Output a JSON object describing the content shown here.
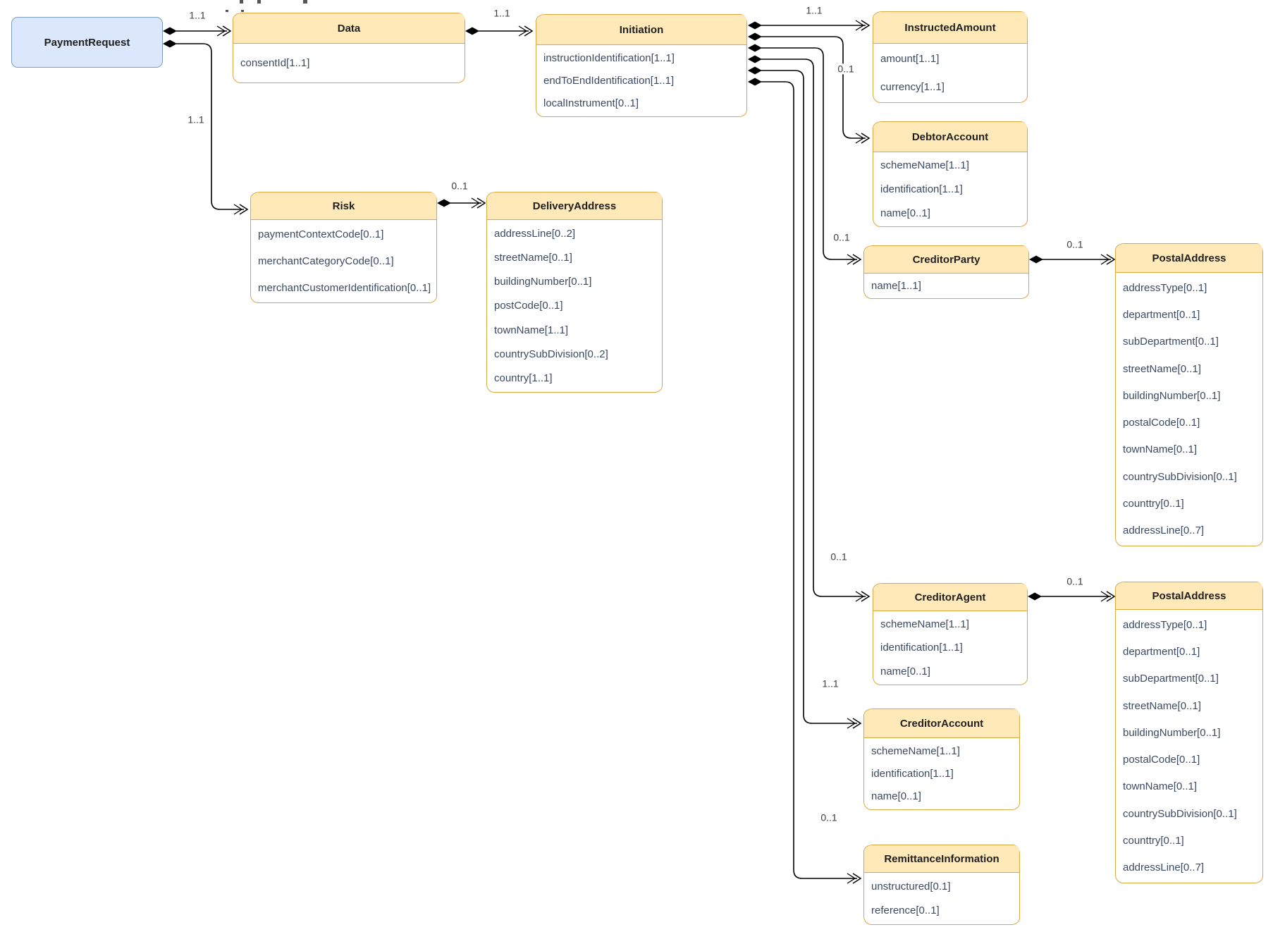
{
  "diagram": {
    "colors": {
      "root_fill": "#dbe8fc",
      "root_border": "#7b9bc8",
      "header_fill": "#ffe9b8",
      "entity_border": "#d9a843",
      "body_fill": "#ffffff",
      "field_text": "#3b4a63",
      "title_text": "#1f1f1f",
      "connector": "#000000",
      "label_text": "#3c3c3c"
    },
    "entities": [
      {
        "id": "paymentRequest",
        "title": "PaymentRequest",
        "variant": "root",
        "fields": []
      },
      {
        "id": "data",
        "title": "Data",
        "variant": "class",
        "fields": [
          "consentId[1..1]"
        ]
      },
      {
        "id": "initiation",
        "title": "Initiation",
        "variant": "class",
        "fields": [
          "instructionIdentification[1..1]",
          "endToEndIdentification[1..1]",
          "localInstrument[0..1]"
        ]
      },
      {
        "id": "instructedAmount",
        "title": "InstructedAmount",
        "variant": "class",
        "fields": [
          "amount[1..1]",
          "currency[1..1]"
        ]
      },
      {
        "id": "debtorAccount",
        "title": "DebtorAccount",
        "variant": "class",
        "fields": [
          "schemeName[1..1]",
          "identification[1..1]",
          "name[0..1]"
        ]
      },
      {
        "id": "creditorParty",
        "title": "CreditorParty",
        "variant": "class",
        "fields": [
          "name[1..1]"
        ]
      },
      {
        "id": "postalAddress1",
        "title": "PostalAddress",
        "variant": "class",
        "fields": [
          "addressType[0..1]",
          "department[0..1]",
          "subDepartment[0..1]",
          "streetName[0..1]",
          "buildingNumber[0..1]",
          "postalCode[0..1]",
          "townName[0..1]",
          "countrySubDivision[0..1]",
          "counttry[0..1]",
          "addressLine[0..7]"
        ]
      },
      {
        "id": "risk",
        "title": "Risk",
        "variant": "class",
        "fields": [
          "paymentContextCode[0..1]",
          "merchantCategoryCode[0..1]",
          "merchantCustomerIdentification[0..1]"
        ]
      },
      {
        "id": "deliveryAddress",
        "title": "DeliveryAddress",
        "variant": "class",
        "fields": [
          "addressLine[0..2]",
          "streetName[0..1]",
          "buildingNumber[0..1]",
          "postCode[0..1]",
          "townName[1..1]",
          "countrySubDivision[0..2]",
          "country[1..1]"
        ]
      },
      {
        "id": "creditorAgent",
        "title": "CreditorAgent",
        "variant": "class",
        "fields": [
          "schemeName[1..1]",
          "identification[1..1]",
          "name[0..1]"
        ]
      },
      {
        "id": "postalAddress2",
        "title": "PostalAddress",
        "variant": "class",
        "fields": [
          "addressType[0..1]",
          "department[0..1]",
          "subDepartment[0..1]",
          "streetName[0..1]",
          "buildingNumber[0..1]",
          "postalCode[0..1]",
          "townName[0..1]",
          "countrySubDivision[0..1]",
          "counttry[0..1]",
          "addressLine[0..7]"
        ]
      },
      {
        "id": "creditorAccount",
        "title": "CreditorAccount",
        "variant": "class",
        "fields": [
          "schemeName[1..1]",
          "identification[1..1]",
          "name[0..1]"
        ]
      },
      {
        "id": "remittanceInformation",
        "title": "RemittanceInformation",
        "variant": "class",
        "fields": [
          "unstructured[0.1]",
          "reference[0..1]"
        ]
      }
    ],
    "connectors": [
      {
        "from": "paymentRequest",
        "to": "data",
        "label": "1..1",
        "type": "composition"
      },
      {
        "from": "data",
        "to": "initiation",
        "label": "1..1",
        "type": "composition"
      },
      {
        "from": "initiation",
        "to": "instructedAmount",
        "label": "1..1",
        "type": "composition"
      },
      {
        "from": "initiation",
        "to": "debtorAccount",
        "label": "0..1",
        "type": "composition"
      },
      {
        "from": "initiation",
        "to": "creditorParty",
        "label": "0..1",
        "type": "composition"
      },
      {
        "from": "initiation",
        "to": "creditorAgent",
        "label": "0..1",
        "type": "composition"
      },
      {
        "from": "initiation",
        "to": "creditorAccount",
        "label": "1..1",
        "type": "composition"
      },
      {
        "from": "initiation",
        "to": "remittanceInformation",
        "label": "0..1",
        "type": "composition"
      },
      {
        "from": "paymentRequest",
        "to": "risk",
        "label": "1..1",
        "type": "composition"
      },
      {
        "from": "risk",
        "to": "deliveryAddress",
        "label": "0..1",
        "type": "composition"
      },
      {
        "from": "creditorParty",
        "to": "postalAddress1",
        "label": "0..1",
        "type": "composition"
      },
      {
        "from": "creditorAgent",
        "to": "postalAddress2",
        "label": "0..1",
        "type": "composition"
      }
    ]
  }
}
